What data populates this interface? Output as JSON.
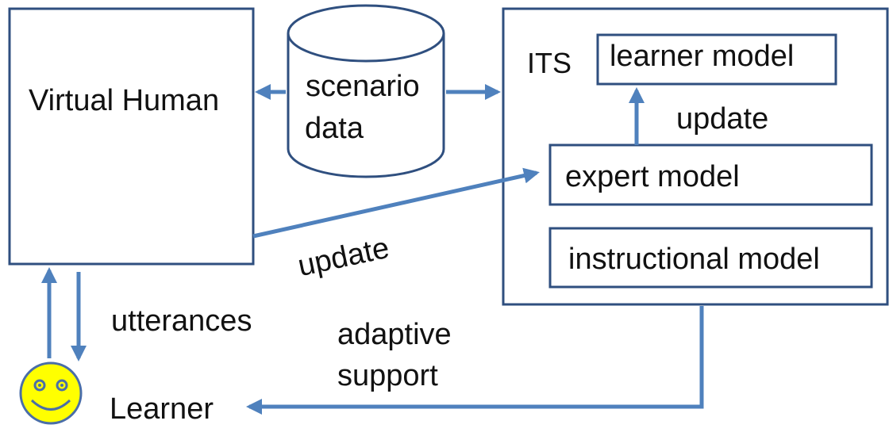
{
  "boxes": {
    "virtual_human": "Virtual Human",
    "its": "ITS",
    "learner_model": "learner model",
    "expert_model": "expert model",
    "instructional_model": "instructional model"
  },
  "database": {
    "line1": "scenario",
    "line2": "data"
  },
  "edge_labels": {
    "update_its": "update",
    "update_vh": "update",
    "utterances": "utterances",
    "adaptive_line1": "adaptive",
    "adaptive_line2": "support"
  },
  "learner": {
    "label": "Learner"
  },
  "colors": {
    "box_stroke": "#2f4f7f",
    "arrow": "#4f81bd",
    "face_fill": "#ffff00",
    "face_stroke": "#4a6ea8"
  },
  "icons": {
    "learner_face": "smiley-face-icon"
  }
}
